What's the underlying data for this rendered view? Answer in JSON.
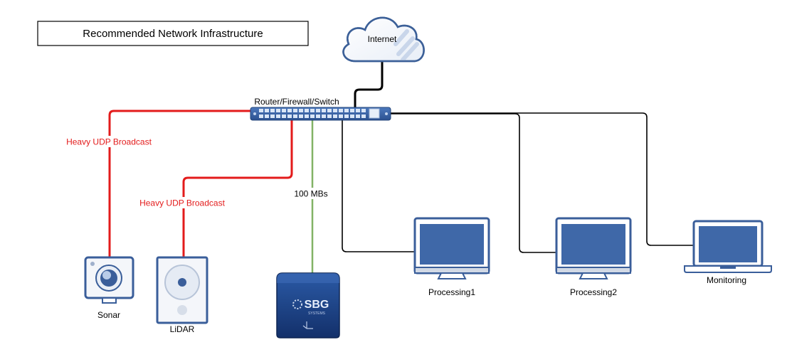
{
  "title": "Recommended Network Infrastructure",
  "nodes": {
    "internet": "Internet",
    "router": "Router/Firewall/Switch",
    "sonar": "Sonar",
    "lidar": "LiDAR",
    "processing1": "Processing1",
    "processing2": "Processing2",
    "monitoring": "Monitoring",
    "sbg_logo": "SBG",
    "sbg_sub": "SYSTEMS"
  },
  "links": {
    "sonar_label": "Heavy UDP Broadcast",
    "lidar_label": "Heavy UDP Broadcast",
    "sbg_label": "100 MBs"
  },
  "colors": {
    "heavy_link": "#e31b1b",
    "sbg_link": "#82b366",
    "normal_link": "#000000",
    "device_blue": "#3a5e9a",
    "screen_blue": "#3f68a8"
  },
  "icons": [
    "cloud-icon",
    "switch-icon",
    "camera-icon",
    "speaker-icon",
    "sbg-device-icon",
    "monitor-icon",
    "laptop-icon"
  ]
}
